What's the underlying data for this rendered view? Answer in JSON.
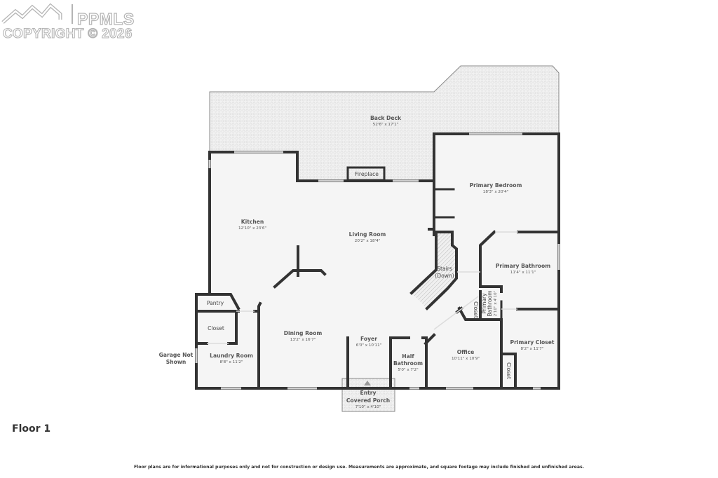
{
  "logo": {
    "brand": "PPMLS",
    "copyright": "COPYRIGHT © 2026",
    "icon": "mountain-icon"
  },
  "floor_label": "Floor 1",
  "rooms": {
    "back_deck": {
      "name": "Back Deck",
      "dim": "52'6\" x 17'1\""
    },
    "fireplace": {
      "name": "Fireplace"
    },
    "kitchen": {
      "name": "Kitchen",
      "dim": "12'10\" x 23'6\""
    },
    "living_room": {
      "name": "Living Room",
      "dim": "20'2\" x 18'4\""
    },
    "primary_bedroom": {
      "name": "Primary Bedroom",
      "dim": "18'3\" x 20'4\""
    },
    "stairs": {
      "name_line1": "Stairs",
      "name_line2": "(Down)"
    },
    "primary_bathroom": {
      "name": "Primary Bathroom",
      "dim": "11'4\" x 11'1\""
    },
    "primary_bathroom_small": {
      "name_line1": "Primary",
      "name_line2": "Bathroom",
      "dim": "2'10\" x 4'10\""
    },
    "closet_diag": {
      "name": "Closet"
    },
    "pantry": {
      "name": "Pantry"
    },
    "closet_laundry": {
      "name": "Closet"
    },
    "laundry_room": {
      "name": "Laundry Room",
      "dim": "8'8\" x 11'2\""
    },
    "garage_note": {
      "line1": "Garage Not",
      "line2": "Shown"
    },
    "dining_room": {
      "name": "Dining Room",
      "dim": "13'2\" x 16'7\""
    },
    "foyer": {
      "name": "Foyer",
      "dim": "6'0\" x 10'11\""
    },
    "half_bathroom": {
      "name_line1": "Half",
      "name_line2": "Bathroom",
      "dim": "5'0\" x 7'2\""
    },
    "office": {
      "name": "Office",
      "dim": "10'11\" x 10'9\""
    },
    "primary_closet": {
      "name": "Primary Closet",
      "dim": "8'2\" x 11'7\""
    },
    "closet_office": {
      "name": "Closet"
    },
    "entry_porch": {
      "name_line1": "Entry",
      "name_line2": "Covered Porch",
      "dim": "7'10\" x 4'10\""
    }
  },
  "disclaimer": "Floor plans are for informational purposes only and not for construction or design use. Measurements are approximate, and square footage may include finished and unfinished areas.",
  "colors": {
    "wall": "#333333",
    "floor": "#f4f4f4",
    "deck": "#ececec",
    "window": "#cfcfcf",
    "text": "#555555"
  }
}
